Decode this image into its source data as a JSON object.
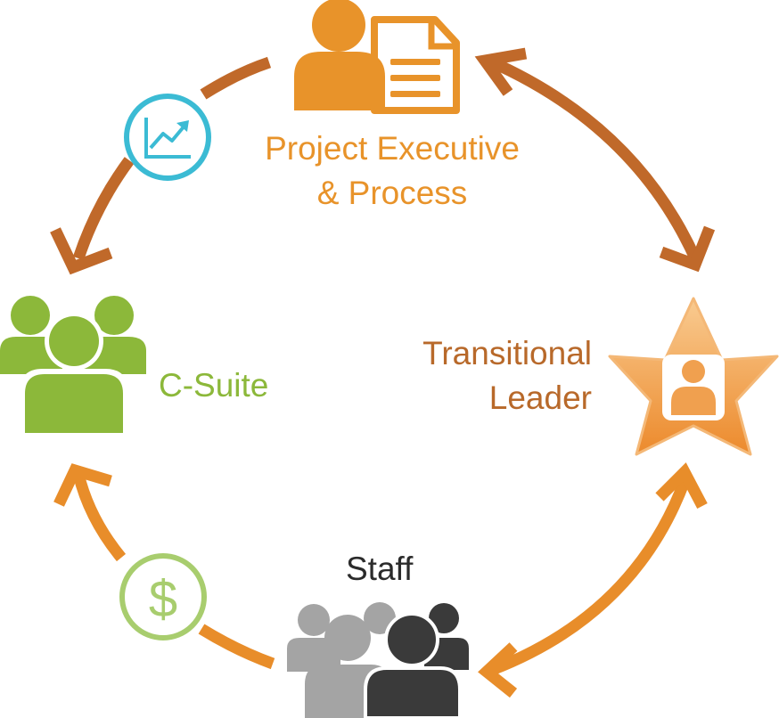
{
  "nodes": {
    "project": {
      "label_line1": "Project Executive",
      "label_line2": "& Process",
      "icon": "person-document-icon",
      "color": "#e8932a"
    },
    "transitional": {
      "label_line1": "Transitional",
      "label_line2": "Leader",
      "icon": "star-person-icon",
      "color": "#b8692a"
    },
    "csuite": {
      "label": "C-Suite",
      "icon": "group-icon",
      "color": "#8cb83a"
    },
    "staff": {
      "label": "Staff",
      "icon": "people-group-icon",
      "color": "#2b2b2b"
    }
  },
  "connector_icons": {
    "growth": {
      "icon": "trend-chart-icon",
      "color": "#3bbbd4"
    },
    "money": {
      "icon": "dollar-icon",
      "color": "#a8cd6e",
      "symbol": "$"
    }
  },
  "colors": {
    "arrow_upper": "#c0692a",
    "arrow_lower": "#e88d2a"
  }
}
